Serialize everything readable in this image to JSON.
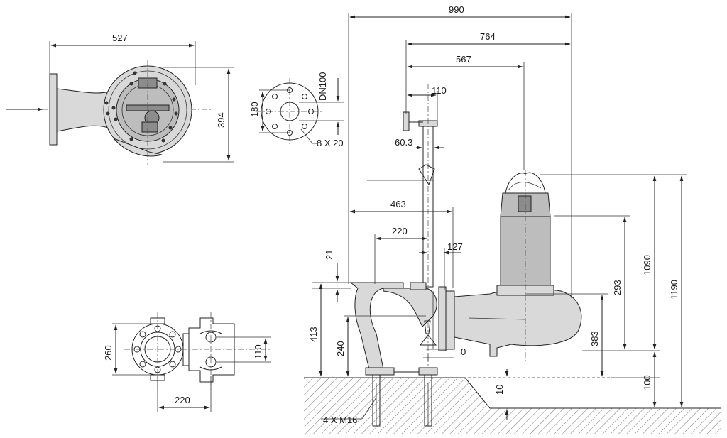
{
  "dimensions": {
    "d527": "527",
    "d394": "394",
    "d180": "180",
    "dn100": "DN100",
    "d8x20": "8 X 20",
    "d990": "990",
    "d764": "764",
    "d567": "567",
    "d110a": "110",
    "d60_3": "60.3",
    "d463": "463",
    "d220a": "220",
    "d127": "127",
    "d21": "21",
    "d413": "413",
    "d240": "240",
    "d0": "0",
    "d1090": "1090",
    "d1190": "1190",
    "d293": "293",
    "d383": "383",
    "d100": "100",
    "d10": "10",
    "d4xm16": "4 X M16",
    "d260": "260",
    "d110b": "110",
    "d220b": "220"
  }
}
